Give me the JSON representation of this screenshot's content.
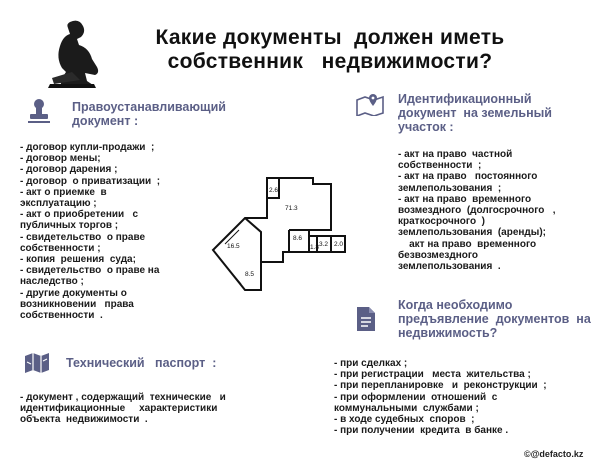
{
  "title": {
    "line1": "Какие документы  должен иметь",
    "line2": "собственник   недвижимости?"
  },
  "sections": {
    "ownership": {
      "icon": "stamp-icon",
      "heading": [
        "Правоустанавливающий",
        "документ :"
      ],
      "items": [
        "- договор купли-продажи  ;",
        "- договор мены;",
        "- договор дарения ;",
        "- договор  о приватизации  ;",
        "- акт о приемке  в",
        "эксплуатацию ;",
        "- акт о приобретении   с",
        "публичных торгов ;",
        "- свидетельство  о праве",
        "собственности ;",
        "- копия  решения  суда;",
        "- свидетельство  о праве на",
        "наследство ;",
        "- другие документы о",
        "возникновении   права",
        "собственности  ."
      ]
    },
    "land": {
      "icon": "map-pin-icon",
      "heading": [
        "Идентификационный",
        "документ  на земельный",
        "участок :"
      ],
      "items": [
        "- акт на право  частной",
        "собственности  ;",
        "- акт на право   постоянного",
        "землепользования  ;",
        "- акт на право  временного",
        "возмездного  (долгосрочного   ,",
        "краткосрочного  )",
        "землепользования  (аренды);",
        "    акт на право  временного",
        "безвозмездного",
        "землепользования  ."
      ]
    },
    "technical": {
      "icon": "floor-plan-icon",
      "heading": [
        "Технический   паспорт  :"
      ],
      "items": [
        "- документ , содержащий  технические   и",
        "идентификационные     характеристики",
        "объекта  недвижимости  ."
      ]
    },
    "when": {
      "icon": "document-icon",
      "heading": [
        "Когда необходимо",
        "предъявление  документов  на",
        "недвижимость?"
      ],
      "items": [
        "- при сделках ;",
        "- при регистрации   места  жительства ;",
        "- при перепланировке   и  реконструкции  ;",
        "- при оформлении  отношений  с",
        "коммунальными  службами ;",
        "- в ходе судебных  споров  ;",
        "- при получении  кредита  в банке ."
      ]
    }
  },
  "floor_plan": {
    "rooms": [
      "2.6",
      "71.3",
      "8.6",
      "1.8",
      "3.2",
      "2.0",
      "16.5",
      "8.5"
    ]
  },
  "credit": "@defacto.kz",
  "colors": {
    "heading": "#5b5f86",
    "text": "#1a1a1a",
    "background": "#ffffff"
  }
}
